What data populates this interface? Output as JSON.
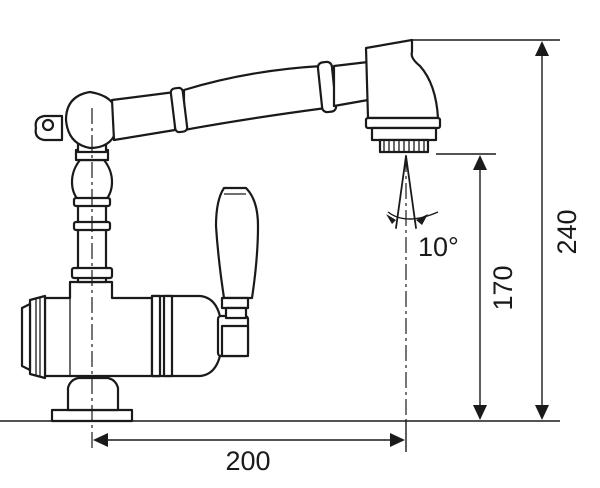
{
  "dimensions": {
    "height_total": "240",
    "height_spout": "170",
    "reach": "200",
    "spray_angle": "10°"
  },
  "colors": {
    "line": "#1a1a1a",
    "background": "#ffffff"
  }
}
